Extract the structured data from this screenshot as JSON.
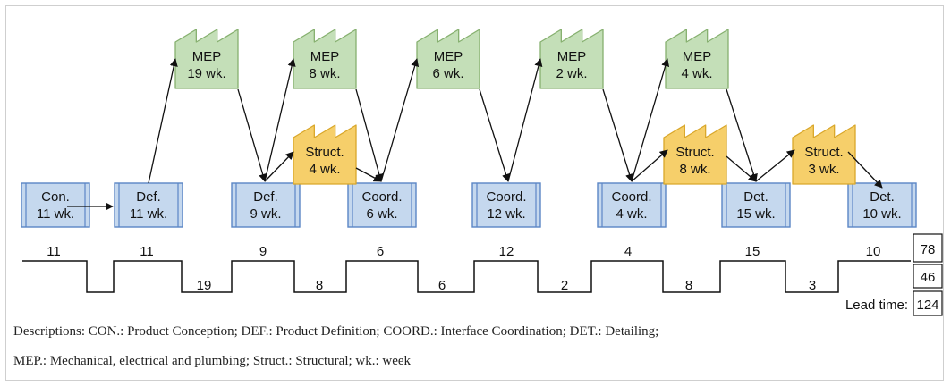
{
  "colors": {
    "blue_fill": "#c5d8ee",
    "blue_stroke": "#5b86c5",
    "green_fill": "#c4dfb8",
    "green_stroke": "#86b06f",
    "yellow_fill": "#f6cf6a",
    "yellow_stroke": "#d9a72a",
    "line": "#111111"
  },
  "boxes": {
    "con": {
      "l1": "Con.",
      "l2": "11 wk."
    },
    "def1": {
      "l1": "Def.",
      "l2": "11 wk."
    },
    "def2": {
      "l1": "Def.",
      "l2": "9 wk."
    },
    "coord1": {
      "l1": "Coord.",
      "l2": "6 wk."
    },
    "coord2": {
      "l1": "Coord.",
      "l2": "12 wk."
    },
    "coord3": {
      "l1": "Coord.",
      "l2": "4 wk."
    },
    "det1": {
      "l1": "Det.",
      "l2": "15 wk."
    },
    "det2": {
      "l1": "Det.",
      "l2": "10 wk."
    }
  },
  "factories": {
    "mep1": {
      "l1": "MEP",
      "l2": "19 wk."
    },
    "mep2": {
      "l1": "MEP",
      "l2": "8 wk."
    },
    "mep3": {
      "l1": "MEP",
      "l2": "6 wk."
    },
    "mep4": {
      "l1": "MEP",
      "l2": "2 wk."
    },
    "mep5": {
      "l1": "MEP",
      "l2": "4 wk."
    },
    "struct1": {
      "l1": "Struct.",
      "l2": "4 wk."
    },
    "struct2": {
      "l1": "Struct.",
      "l2": "8 wk."
    },
    "struct3": {
      "l1": "Struct.",
      "l2": "3 wk."
    }
  },
  "timeline": {
    "upper": [
      "11",
      "11",
      "9",
      "6",
      "12",
      "4",
      "15",
      "10"
    ],
    "lower": [
      "19",
      "8",
      "6",
      "2",
      "8",
      "3"
    ]
  },
  "totals": {
    "value_added": "78",
    "non_value_added": "46",
    "lead_time_label": "Lead time:",
    "lead_time": "124"
  },
  "description": {
    "line1": "Descriptions: CON.: Product Conception; DEF.: Product Definition; COORD.: Interface Coordination; DET.: Detailing;",
    "line2": "MEP.: Mechanical, electrical and plumbing; Struct.: Structural; wk.: week"
  }
}
